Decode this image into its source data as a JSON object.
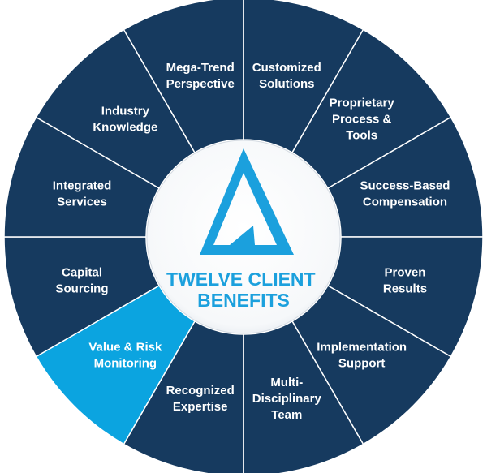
{
  "diagram": {
    "center_title": [
      "TWELVE CLIENT",
      "BENEFITS"
    ],
    "colors": {
      "segment": "#163a5f",
      "segment_highlight": "#0ba4e0",
      "divider": "#ffffff",
      "center_fill": "#ffffff",
      "accent": "#1ba0dd"
    },
    "logo": "triangle-a-logo",
    "segments": [
      {
        "label": [
          "Customized",
          "Solutions"
        ],
        "highlighted": false
      },
      {
        "label": [
          "Proprietary",
          "Process &",
          "Tools"
        ],
        "highlighted": false
      },
      {
        "label": [
          "Success-Based",
          "Compensation"
        ],
        "highlighted": false
      },
      {
        "label": [
          "Proven",
          "Results"
        ],
        "highlighted": false
      },
      {
        "label": [
          "Implementation",
          "Support"
        ],
        "highlighted": false
      },
      {
        "label": [
          "Multi-",
          "Disciplinary",
          "Team"
        ],
        "highlighted": false
      },
      {
        "label": [
          "Recognized",
          "Expertise"
        ],
        "highlighted": false
      },
      {
        "label": [
          "Value & Risk",
          "Monitoring"
        ],
        "highlighted": true
      },
      {
        "label": [
          "Capital",
          "Sourcing"
        ],
        "highlighted": false
      },
      {
        "label": [
          "Integrated",
          "Services"
        ],
        "highlighted": false
      },
      {
        "label": [
          "Industry",
          "Knowledge"
        ],
        "highlighted": false
      },
      {
        "label": [
          "Mega-Trend",
          "Perspective"
        ],
        "highlighted": false
      }
    ]
  }
}
